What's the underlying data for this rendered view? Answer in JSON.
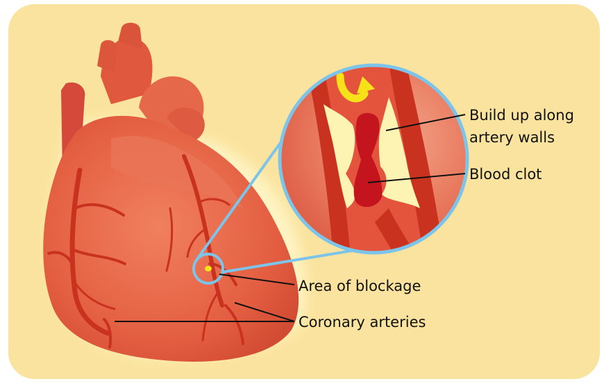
{
  "labels": {
    "buildup_line1": "Build up along",
    "buildup_line2": "artery walls",
    "blood_clot": "Blood clot",
    "area_of_blockage": "Area of blockage",
    "coronary_arteries": "Coronary arteries"
  },
  "colors": {
    "background_panel": "#fae39e",
    "heart_body": "#e8684a",
    "artery": "#c8321f",
    "magnifier_ring": "#7cc4ea",
    "plaque": "#fdf3b3",
    "clot": "#c4141d",
    "flow_arrow": "#f7e21a",
    "leader_line": "#111111"
  },
  "icons": {
    "heart": "heart-illustration",
    "magnifier": "magnified-artery-inset",
    "flow_arrow": "curved-arrow-icon"
  }
}
